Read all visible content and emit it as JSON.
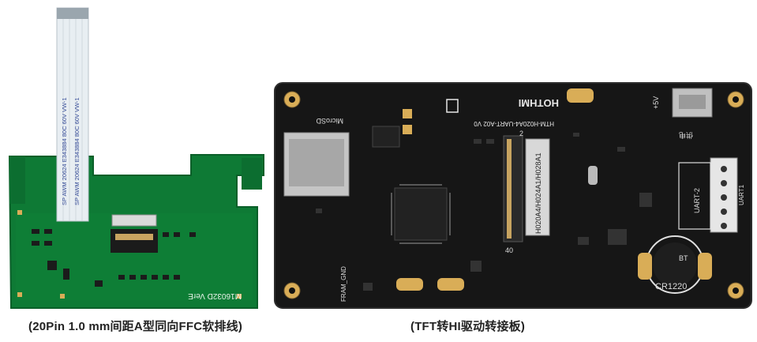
{
  "captions": {
    "left": "(20Pin 1.0 mm间距A型同向FFC软排线)",
    "right": "(TFT转HI驱动转接板)"
  },
  "left_board": {
    "ffc_text": "SP AWM 20624 E343884 80C 60V VW-1",
    "model": "M16032D VerE"
  },
  "right_board": {
    "brand": "HOTHMI",
    "model": "HTM-H020A4-UART-A02 V0",
    "connector_label": "H020A4/H024A1/H028A1",
    "sd_label": "MicroSD",
    "uart_label": "UART-2",
    "uart_side": "UART1",
    "battery": "CR1220",
    "bt": "BT",
    "power": "+5V",
    "power_cn": "供电",
    "gnd": "FRAM_GND",
    "pin_40": "40",
    "pin_2": "2"
  },
  "colors": {
    "pcb_green": "#0e7a35",
    "pcb_black": "#161616",
    "gold": "#d9ad57",
    "ffc": "#e8eef2"
  }
}
